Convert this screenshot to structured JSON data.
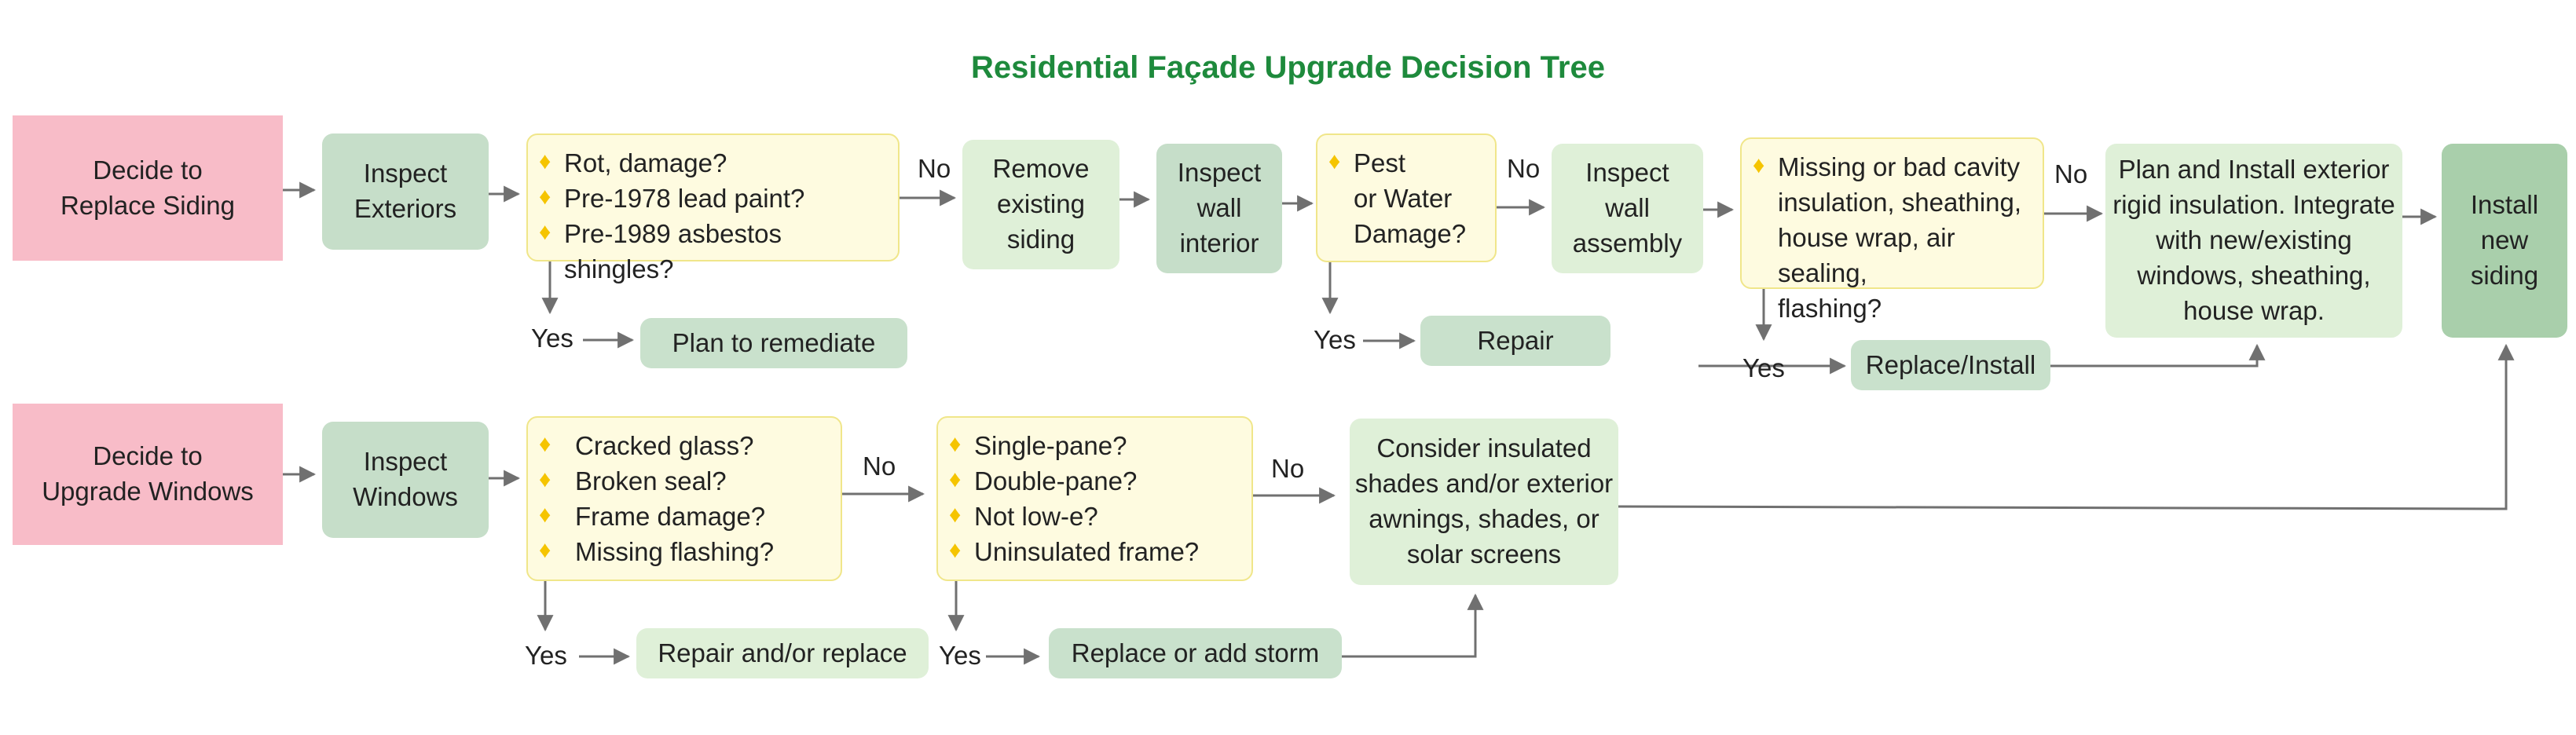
{
  "title": "Residential Façade Upgrade Decision Tree",
  "colors": {
    "title": "#1e8a3c",
    "start_box": "#f8bcc8",
    "step_box": "#c6dec9",
    "action_box": "#dff0d8",
    "question_box": "#fefbe0",
    "question_border": "#f0e68a",
    "bullet": "#f5c400",
    "arrow": "#707070"
  },
  "bullet_icon": "diamond-icon",
  "siding_row": {
    "start": "Decide to\nReplace Siding",
    "inspect_exteriors": "Inspect\nExteriors",
    "q1": [
      "Rot, damage?",
      "Pre-1978 lead paint?",
      "Pre-1989 asbestos shingles?"
    ],
    "q1_no": "No",
    "q1_yes": "Yes",
    "plan_remediate": "Plan to remediate",
    "remove_siding": "Remove\nexisting\nsiding",
    "inspect_wall_interior": "Inspect\nwall\ninterior",
    "q2": [
      "Pest\nor Water\nDamage?"
    ],
    "q2_no": "No",
    "q2_yes": "Yes",
    "repair": "Repair",
    "inspect_wall_assembly": "Inspect\nwall\nassembly",
    "q3": [
      "Missing or bad cavity\ninsulation, sheathing,\nhouse wrap, air sealing,\nflashing?"
    ],
    "q3_no": "No",
    "q3_yes": "Yes",
    "replace_install": "Replace/Install",
    "plan_install_exterior": "Plan and Install exterior\nrigid insulation. Integrate\nwith new/existing\nwindows, sheathing,\nhouse wrap.",
    "install_siding": "Install\nnew\nsiding"
  },
  "window_row": {
    "start": "Decide to\nUpgrade Windows",
    "inspect_windows": "Inspect\nWindows",
    "q1": [
      "Cracked glass?",
      "Broken seal?",
      "Frame damage?",
      "Missing flashing?"
    ],
    "q1_no": "No",
    "q1_yes": "Yes",
    "repair_replace": "Repair and/or replace",
    "q2": [
      "Single-pane?",
      "Double-pane?",
      "Not low-e?",
      "Uninsulated frame?"
    ],
    "q2_no": "No",
    "q2_yes": "Yes",
    "replace_storm": "Replace or add storm",
    "consider_shades": "Consider insulated\nshades and/or exterior\nawnings, shades, or\nsolar screens"
  }
}
